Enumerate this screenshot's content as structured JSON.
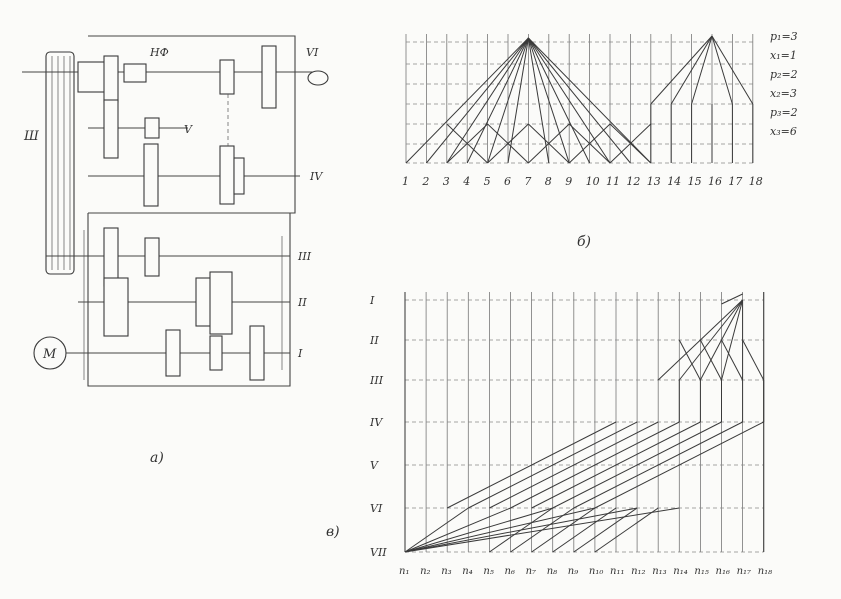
{
  "kinematic_scheme": {
    "caption": "а)",
    "motor_label": "M",
    "belt_label": "Ш",
    "clutch_label": "НФ",
    "shaft_labels": [
      "VI",
      "V",
      "IV",
      "III",
      "II",
      "I"
    ]
  },
  "structure_net": {
    "caption": "б)",
    "x_ticks": [
      "1",
      "2",
      "3",
      "4",
      "5",
      "6",
      "7",
      "8",
      "9",
      "10",
      "11",
      "12",
      "13",
      "14",
      "15",
      "16",
      "17",
      "18"
    ],
    "params": [
      "p₁=3",
      "x₁=1",
      "p₂=2",
      "x₂=3",
      "p₃=2",
      "x₃=6"
    ]
  },
  "speed_graph": {
    "caption": "в)",
    "shaft_labels": [
      "I",
      "II",
      "III",
      "IV",
      "V",
      "VI",
      "VII"
    ],
    "speed_labels": [
      "n₁",
      "n₂",
      "n₃",
      "n₄",
      "n₅",
      "n₆",
      "n₇",
      "n₈",
      "n₉",
      "n₁₀",
      "n₁₁",
      "n₁₂",
      "n₁₃",
      "n₁₄",
      "n₁₅",
      "n₁₆",
      "n₁₇",
      "n₁₈"
    ]
  }
}
